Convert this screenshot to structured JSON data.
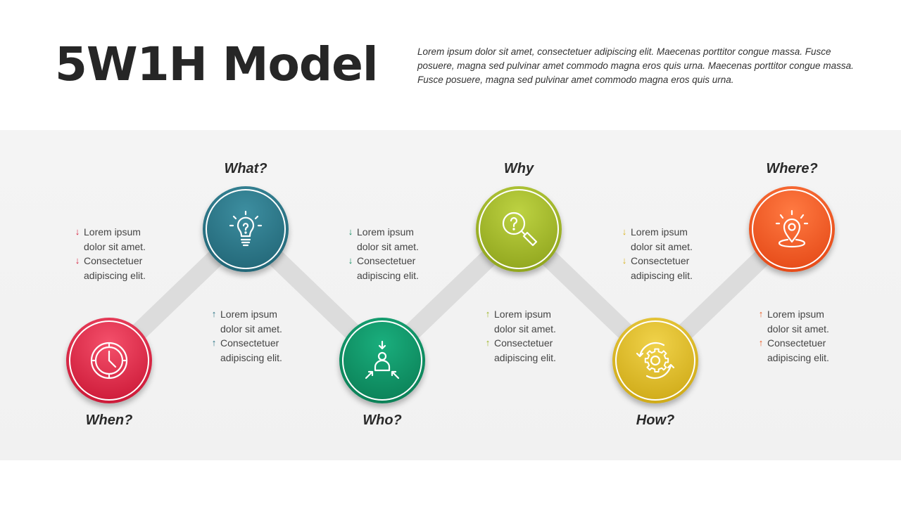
{
  "slide": {
    "title": "5W1H Model",
    "intro": "Lorem ipsum dolor sit amet, consectetuer adipiscing elit. Maecenas porttitor congue massa. Fusce posuere, magna sed pulvinar amet commodo magna eros quis urna. Maecenas porttitor congue massa. Fusce posuere, magna sed pulvinar amet commodo magna eros quis urna."
  },
  "nodes": [
    {
      "label": "When?",
      "icon": "clock-icon",
      "color_top": "#f4506b",
      "color_bottom": "#c40e2d",
      "accent": "#d6203f"
    },
    {
      "label": "What?",
      "icon": "lightbulb-icon",
      "color_top": "#3d8ea0",
      "color_bottom": "#1d5f6f",
      "accent": "#2a7384"
    },
    {
      "label": "Who?",
      "icon": "person-icon",
      "color_top": "#1aae7d",
      "color_bottom": "#08774f",
      "accent": "#138e61"
    },
    {
      "label": "Why",
      "icon": "magnifier-question-icon",
      "color_top": "#bdd242",
      "color_bottom": "#879c16",
      "accent": "#9db424"
    },
    {
      "label": "How?",
      "icon": "gear-cycle-icon",
      "color_top": "#f0d24a",
      "color_bottom": "#c8a20d",
      "accent": "#d8b21e"
    },
    {
      "label": "Where?",
      "icon": "location-pin-icon",
      "color_top": "#ff7a42",
      "color_bottom": "#e0400f",
      "accent": "#ec5a22"
    }
  ],
  "bullets": [
    {
      "l1a": "Lorem ipsum",
      "l1b": "dolor sit amet.",
      "l2a": "Consectetuer",
      "l2b": "adipiscing elit."
    },
    {
      "l1a": "Lorem ipsum",
      "l1b": "dolor sit amet.",
      "l2a": "Consectetuer",
      "l2b": "adipiscing elit."
    },
    {
      "l1a": "Lorem ipsum",
      "l1b": "dolor sit amet.",
      "l2a": "Consectetuer",
      "l2b": "adipiscing elit."
    },
    {
      "l1a": "Lorem ipsum",
      "l1b": "dolor sit amet.",
      "l2a": "Consectetuer",
      "l2b": "adipiscing elit."
    },
    {
      "l1a": "Lorem ipsum",
      "l1b": "dolor sit amet.",
      "l2a": "Consectetuer",
      "l2b": "adipiscing elit."
    },
    {
      "l1a": "Lorem ipsum",
      "l1b": "dolor sit amet.",
      "l2a": "Consectetuer",
      "l2b": "adipiscing elit."
    }
  ],
  "colors": {
    "connector": "#dcdcdc",
    "title": "#262626",
    "text": "#444444"
  }
}
